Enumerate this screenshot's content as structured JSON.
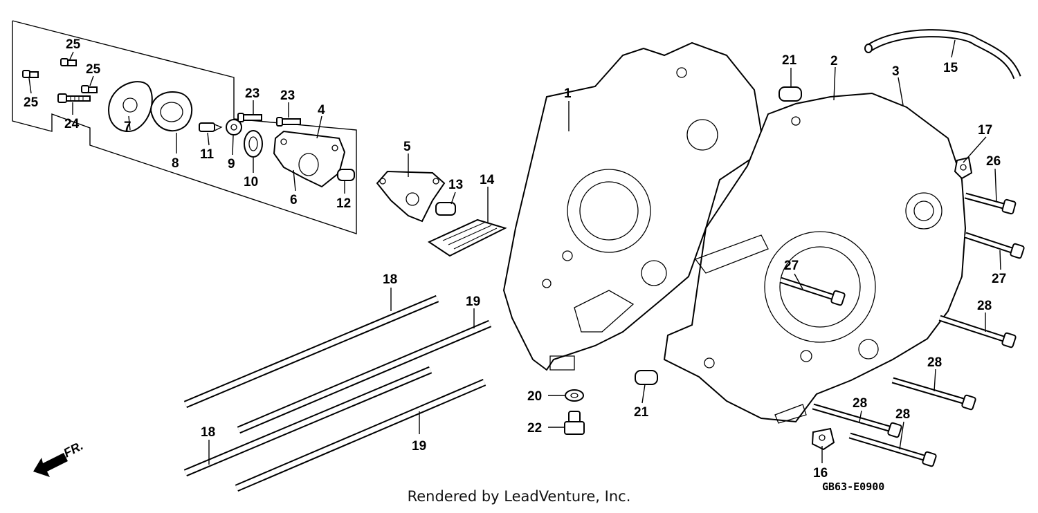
{
  "diagram": {
    "callouts": [
      "1",
      "2",
      "3",
      "4",
      "5",
      "6",
      "7",
      "8",
      "9",
      "10",
      "11",
      "12",
      "13",
      "14",
      "15",
      "16",
      "17",
      "18",
      "18",
      "19",
      "19",
      "20",
      "21",
      "21",
      "22",
      "23",
      "23",
      "24",
      "25",
      "25",
      "25",
      "26",
      "27",
      "27",
      "28",
      "28",
      "28",
      "28"
    ],
    "direction_label": "FR.",
    "drawing_code": "GB63-E0900",
    "credit": "Rendered by LeadVenture, Inc."
  }
}
